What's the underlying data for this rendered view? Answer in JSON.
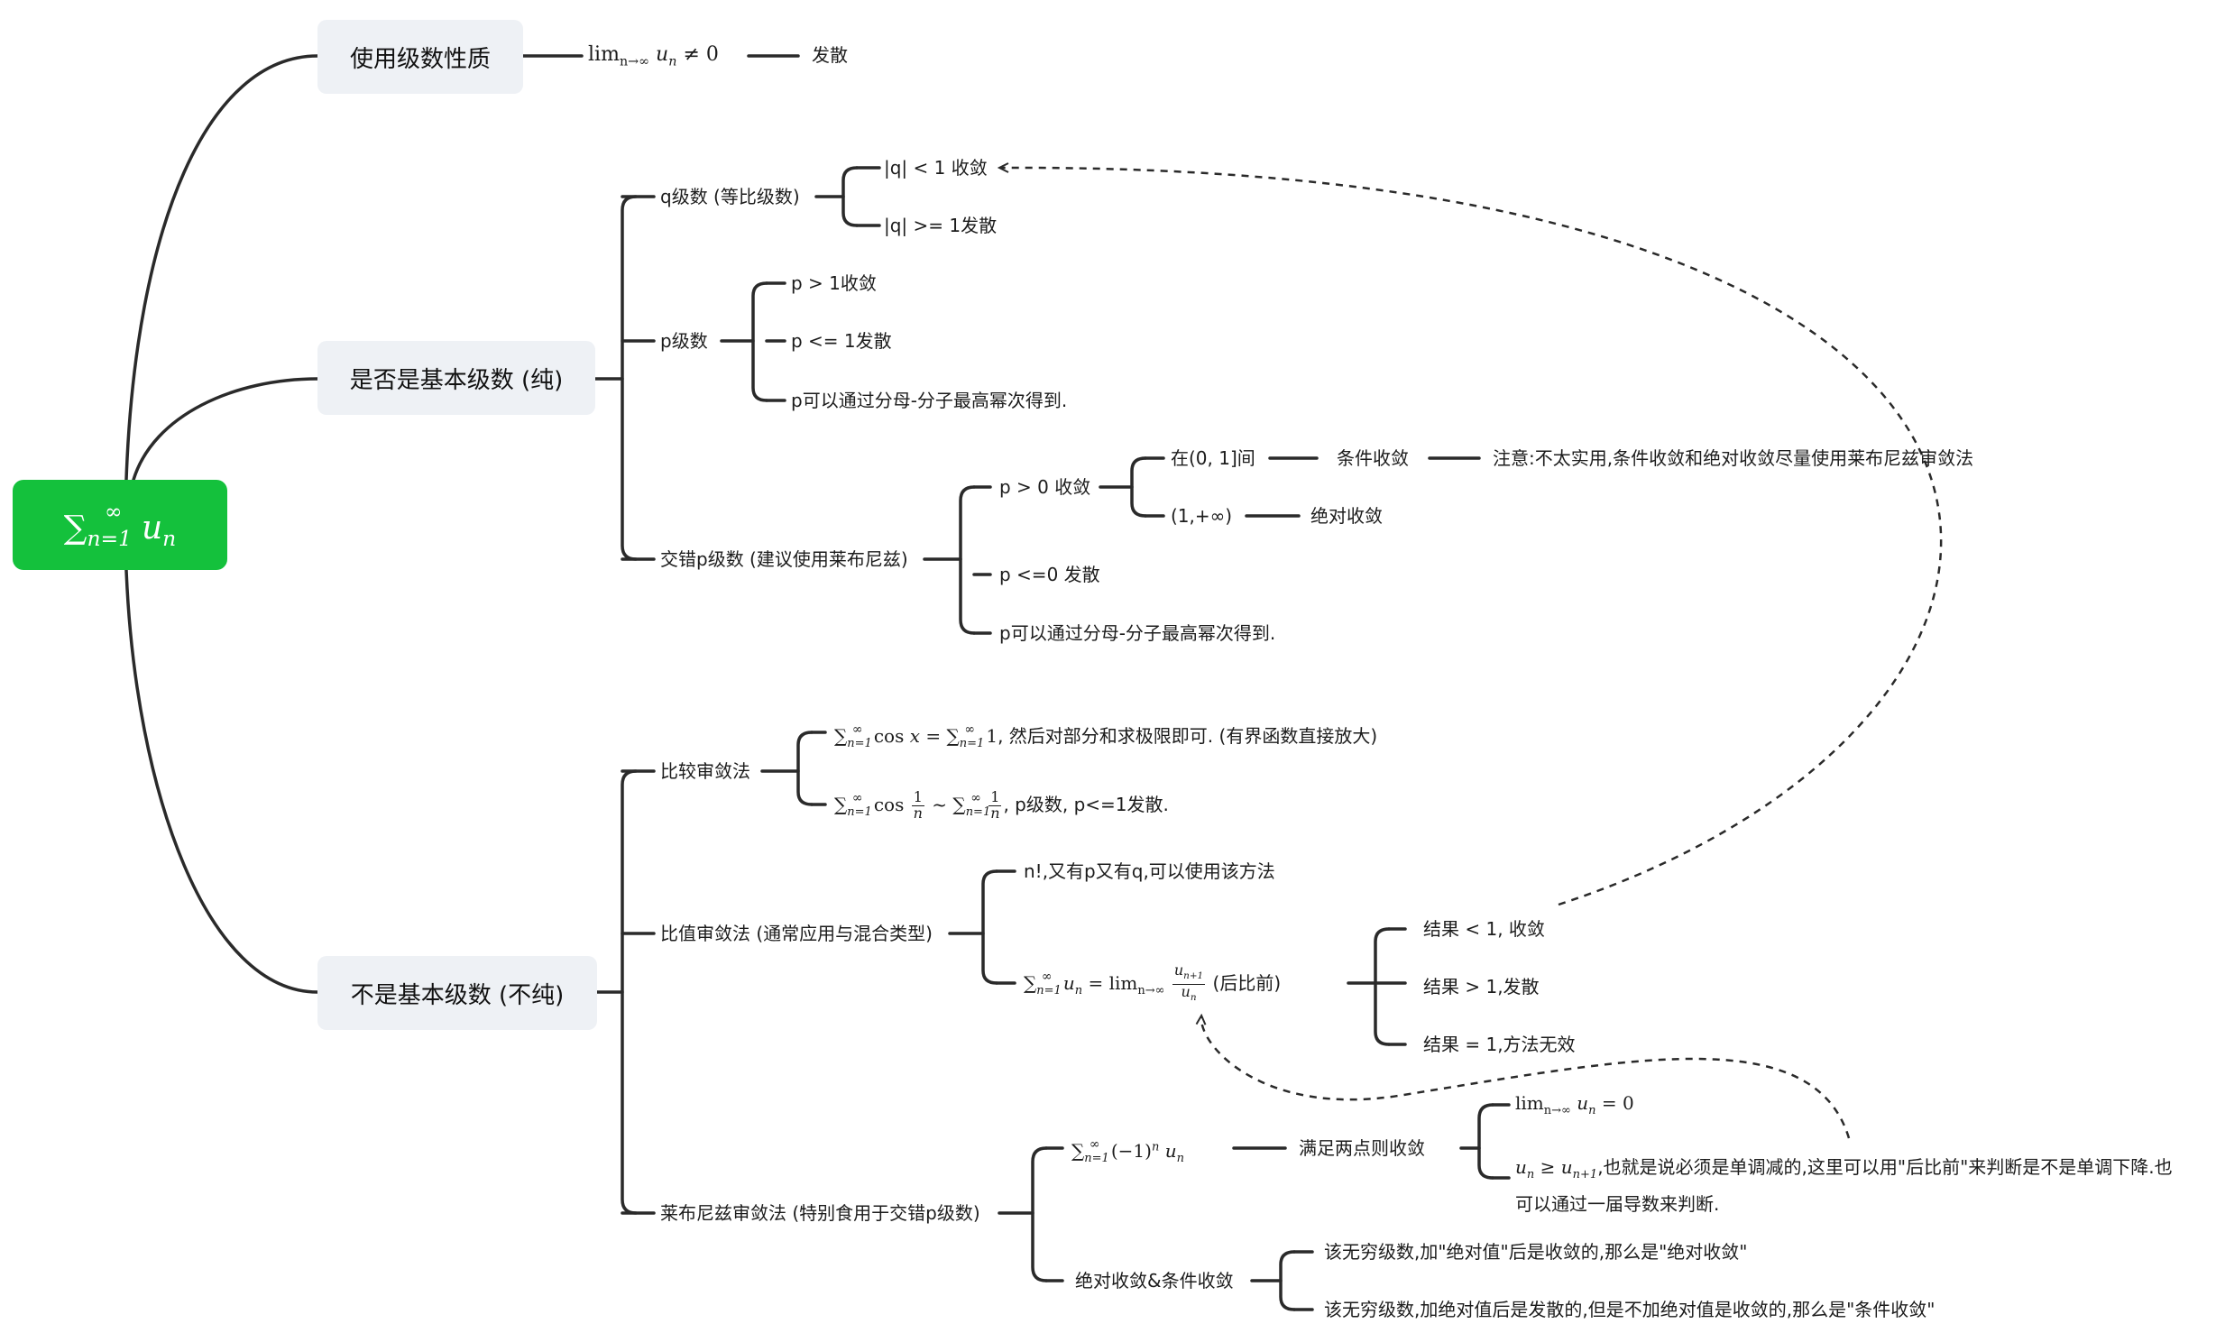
{
  "root": {
    "formula": "∑",
    "sub": "n=1",
    "sup": "∞",
    "var": "u",
    "var_sub": "n"
  },
  "level1": {
    "series_property": "使用级数性质",
    "basic_series": "是否是基本级数 (纯)",
    "not_basic_series": "不是基本级数 (不纯)"
  },
  "property_branch": {
    "limit_expr": "lim",
    "limit_sub": "n→∞",
    "limit_rest": "u",
    "limit_rest_sub": "n",
    "limit_neq": "≠ 0",
    "result": "发散"
  },
  "basic": {
    "q_series": "q级数 (等比级数)",
    "q_converge": "|q| < 1 收敛",
    "q_diverge": "|q| >= 1发散",
    "p_series": "p级数",
    "p_converge": "p > 1收敛",
    "p_diverge": "p <= 1发散",
    "p_note": "p可以通过分母-分子最高幂次得到.",
    "alt_p_series": "交错p级数 (建议使用莱布尼兹)",
    "alt_p_pos": "p > 0 收敛",
    "alt_interval_01": "在(0, 1]间",
    "alt_conditional": "条件收敛",
    "alt_note": "注意:不太实用,条件收敛和绝对收敛尽量使用莱布尼兹审敛法",
    "alt_interval_1inf": "(1,+∞)",
    "alt_absolute": "绝对收敛",
    "alt_p_nonpos": "p <=0 发散",
    "alt_p_note": "p可以通过分母-分子最高幂次得到."
  },
  "nonbasic": {
    "comparison": "比较审敛法",
    "comparison_1_text": ", 然后对部分和求极限即可. (有界函数直接放大)",
    "comparison_2_text": ", p级数, p<=1发散.",
    "ratio": "比值审敛法 (通常应用与混合类型)",
    "ratio_note": "n!,又有p又有q,可以使用该方法",
    "ratio_formula_tail": "(后比前)",
    "ratio_lt": "结果 < 1, 收敛",
    "ratio_gt": "结果 > 1,发散",
    "ratio_eq": "结果 = 1,方法无效",
    "leibniz": "莱布尼兹审敛法 (特别食用于交错p级数)",
    "leibniz_two_points": "满足两点则收敛",
    "leibniz_cond1_tail": "= 0",
    "leibniz_cond2_text": ",也就是说必须是单调减的,这里可以用\"后比前\"来判断是不是单调下降.也",
    "leibniz_cond2_text2": "可以通过一届导数来判断.",
    "abs_cond": "绝对收敛&条件收敛",
    "abs_text": "该无穷级数,加\"绝对值\"后是收敛的,那么是\"绝对收敛\"",
    "cond_text": "该无穷级数,加绝对值后是发散的,但是不加绝对值是收敛的,那么是\"条件收敛\""
  },
  "math_tokens": {
    "sum": "∑",
    "inf": "∞",
    "n1": "n=1",
    "cos": "cos",
    "x": "x",
    "eq": "=",
    "one": "1",
    "n": "n",
    "tilde": "~",
    "u": "u",
    "lim": "lim",
    "ninf": "n→∞",
    "un1": "u",
    "sub_n1": "n+1",
    "sub_n": "n",
    "neg1": "(−1)",
    "ge": "≥"
  },
  "colors": {
    "root": "#14c13c",
    "box": "#eef1f5",
    "line": "#2a2a2a"
  },
  "dashed_arrows": [
    "ratio-result-to-q-converge",
    "leibniz-condition-to-ratio-formula"
  ]
}
